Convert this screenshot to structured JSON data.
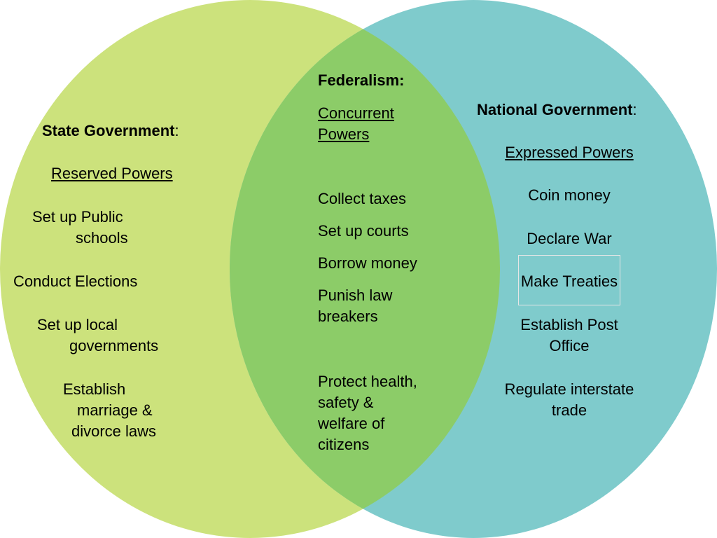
{
  "diagram": {
    "type": "venn",
    "colors": {
      "state_circle": "#cce27c",
      "national_circle": "#7fcbcc",
      "overlap": "#8ccc68"
    },
    "state": {
      "heading": "State Government",
      "colon": ":",
      "subheading": "Reserved Powers",
      "items": [
        {
          "line1": "Set up Public",
          "line2": "schools"
        },
        {
          "line1": "Conduct Elections"
        },
        {
          "line1": "Set up local",
          "line2": "governments"
        },
        {
          "line1": "Establish",
          "line2": "marriage &",
          "line3": "divorce laws"
        }
      ]
    },
    "federal": {
      "heading": "Federalism:",
      "subheading_line1": "Concurrent",
      "subheading_line2": "Powers",
      "items": [
        {
          "line1": "Collect taxes"
        },
        {
          "line1": "Set up courts"
        },
        {
          "line1": "Borrow money"
        },
        {
          "line1": "Punish law",
          "line2": "breakers"
        },
        {
          "line1": "Protect health,",
          "line2": "safety &",
          "line3": "welfare of",
          "line4": "citizens"
        }
      ]
    },
    "national": {
      "heading": "National Government",
      "colon": ":",
      "subheading": "Expressed Powers",
      "items": [
        {
          "line1": "Coin money"
        },
        {
          "line1": "Declare War"
        },
        {
          "line1": "Make Treaties"
        },
        {
          "line1": "Establish Post",
          "line2": "Office"
        },
        {
          "line1": "Regulate interstate",
          "line2": "trade"
        }
      ]
    }
  }
}
